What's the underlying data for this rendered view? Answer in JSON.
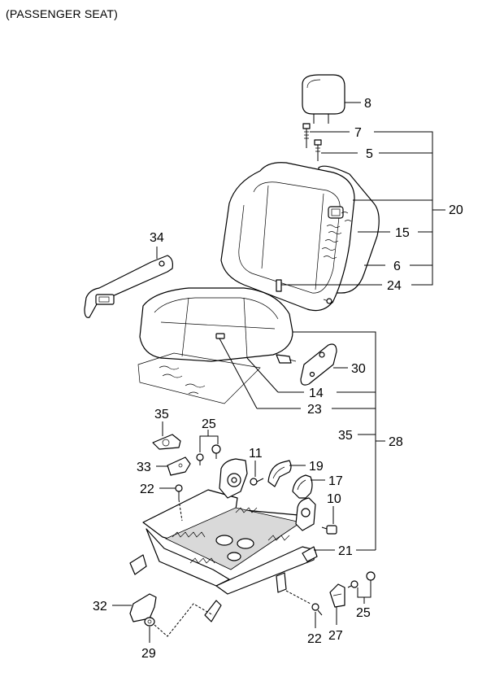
{
  "title": "(PASSENGER SEAT)",
  "callouts": {
    "c8": "8",
    "c7": "7",
    "c5": "5",
    "c20": "20",
    "c15": "15",
    "c6": "6",
    "c24": "24",
    "c34": "34",
    "c30": "30",
    "c14": "14",
    "c23": "23",
    "c35a": "35",
    "c35b": "35",
    "c28": "28",
    "c25a": "25",
    "c25b": "25",
    "c11": "11",
    "c19": "19",
    "c17": "17",
    "c33": "33",
    "c22a": "22",
    "c22b": "22",
    "c10": "10",
    "c21": "21",
    "c32": "32",
    "c29": "29",
    "c27": "27"
  }
}
